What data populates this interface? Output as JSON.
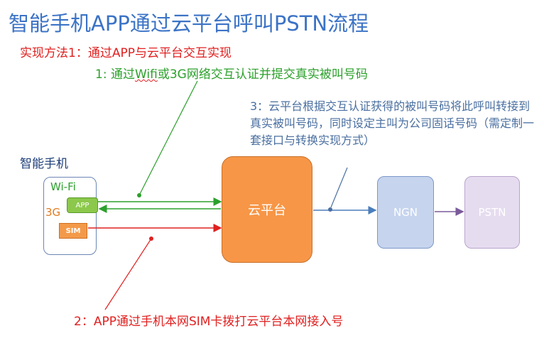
{
  "title": "智能手机APP通过云平台呼叫PSTN流程",
  "method": "实现方法1：通过APP与云平台交互实现",
  "step1": {
    "prefix": "1: 通过",
    "wifi_word": "Wifi",
    "suffix": "或3G网络交互认证并提交真实被叫号码"
  },
  "step2": "2：APP通过手机本网SIM卡拨打云平台本网接入号",
  "step3": "3：云平台根据交互认证获得的被叫号码将此呼叫转接到真实被叫号码，同时设定主叫为公司固话号码（需定制一套接口与转换实现方式）",
  "phone": {
    "label": "智能手机",
    "wifi_label": "Wi-Fi",
    "g3_label": "3G",
    "app_label": "APP",
    "sim_label": "SIM"
  },
  "nodes": {
    "cloud": "云平台",
    "ngn": "NGN",
    "pstn": "PSTN"
  },
  "colors": {
    "title": "#3b73c6",
    "red": "#e02020",
    "green": "#2ca02c",
    "blue_line": "#4a7ebb",
    "purple_line": "#7a5a9a",
    "cloud_fill": "#f79646",
    "ngn_fill": "#c6d4ee",
    "pstn_fill": "#e6dcef"
  }
}
